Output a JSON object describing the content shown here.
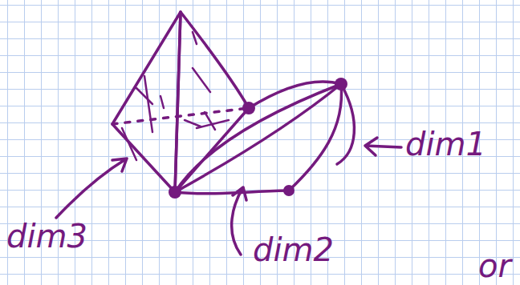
{
  "diagram": {
    "labels": [
      "dim3",
      "dim2",
      "dim1",
      "or"
    ]
  }
}
